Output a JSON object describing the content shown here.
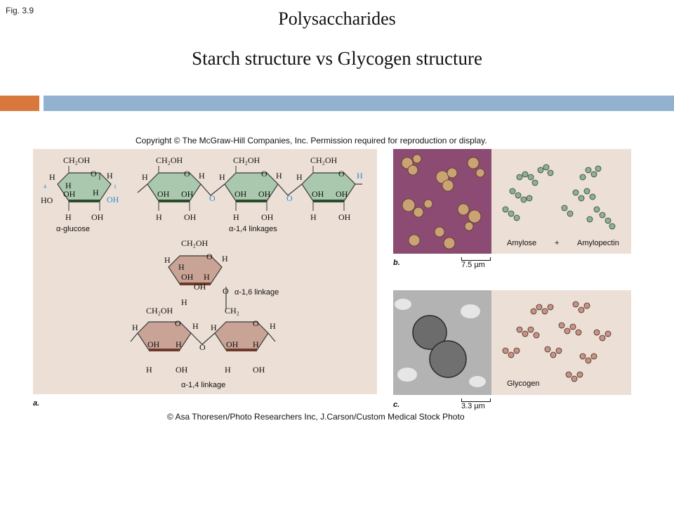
{
  "fig_label": "Fig. 3.9",
  "title": "Polysaccharides",
  "subtitle": "Starch structure vs Glycogen structure",
  "copyright": "Copyright © The McGraw-Hill Companies, Inc. Permission required for reproduction or display.",
  "credit": "© Asa Thoresen/Photo Researchers Inc, J.Carson/Custom Medical Stock Photo",
  "panel_a": {
    "letter": "a.",
    "alpha_glucose": "α-glucose",
    "linkage_14": "α-1,4 linkages",
    "linkage_16": "α-1,6 linkage",
    "linkage_14_bottom": "α-1,4 linkage",
    "ch2oh": "CH₂OH",
    "ch2": "CH₂",
    "h": "H",
    "oh": "OH",
    "ho": "HO",
    "o": "O",
    "num4": "4",
    "num1": "1"
  },
  "panel_b": {
    "letter": "b.",
    "amylose": "Amylose",
    "plus": "+",
    "amylopectin": "Amylopectin",
    "scale": "7.5 µm"
  },
  "panel_c": {
    "letter": "c.",
    "glycogen": "Glycogen",
    "scale": "3.3 µm"
  },
  "colors": {
    "green_ring": "#a9c8ae",
    "brown_ring": "#c9a396",
    "blue_accent": "#2b8fd6",
    "orange_bar": "#d9783c",
    "blue_bar": "#93b2cf"
  }
}
